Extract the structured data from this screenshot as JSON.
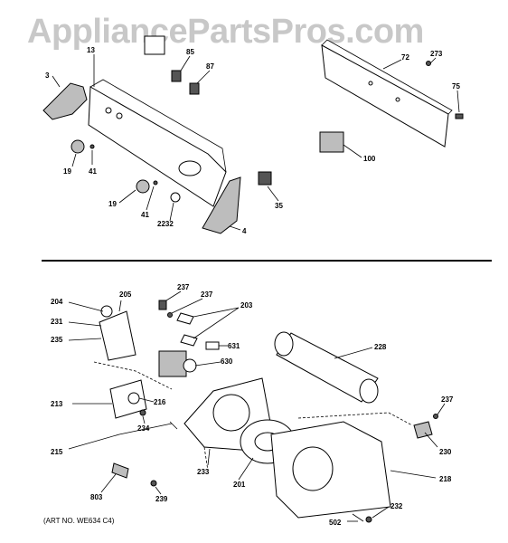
{
  "watermark": "AppliancePartsPros.com",
  "art_number": "(ART NO. WE634 C4)",
  "labels": [
    "3",
    "13",
    "85",
    "87",
    "72",
    "273",
    "75",
    "19",
    "41",
    "19",
    "41",
    "2232",
    "35",
    "4",
    "100",
    "204",
    "205",
    "237",
    "237",
    "203",
    "231",
    "235",
    "631",
    "228",
    "630",
    "213",
    "216",
    "234",
    "237",
    "230",
    "215",
    "233",
    "201",
    "218",
    "803",
    "239",
    "232",
    "502"
  ]
}
